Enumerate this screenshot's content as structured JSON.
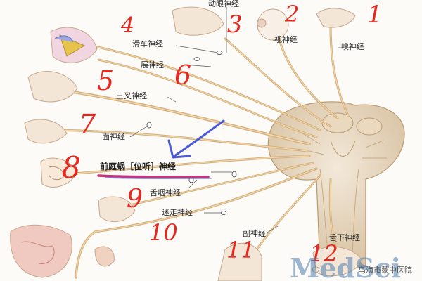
{
  "nerves": [
    {
      "id": "olfactory",
      "label": "嗅神经",
      "number": "1"
    },
    {
      "id": "optic",
      "label": "视神经",
      "number": "2"
    },
    {
      "id": "oculomotor",
      "label": "动眼神经",
      "number": "3"
    },
    {
      "id": "trochlear",
      "label": "滑车神经",
      "number": "4"
    },
    {
      "id": "trigeminal",
      "label": "三叉神经",
      "number": "5"
    },
    {
      "id": "abducens",
      "label": "展神经",
      "number": "6"
    },
    {
      "id": "facial",
      "label": "面神经",
      "number": "7"
    },
    {
      "id": "vestibulocochlear",
      "label": "前庭蜗［位听］神经",
      "number": "8"
    },
    {
      "id": "glossopharyngeal",
      "label": "舌咽神经",
      "number": "9"
    },
    {
      "id": "vagus",
      "label": "迷走神经",
      "number": "10"
    },
    {
      "id": "accessory",
      "label": "副神经",
      "number": "11"
    },
    {
      "id": "hypoglossal",
      "label": "舌下神经",
      "number": "12"
    }
  ],
  "colors": {
    "annotation_red": "#e8281e",
    "highlight_arrow": "#4a5ad8",
    "underline": "#c8347a",
    "nerve": "#d6b07a",
    "nerve_core": "#efd9b4",
    "brainstem": "#e9ddc9"
  },
  "watermark": {
    "bubble_icon": "chat-bubble-icon",
    "text": "乌海市蒙中医院",
    "logo": "MedSci"
  }
}
